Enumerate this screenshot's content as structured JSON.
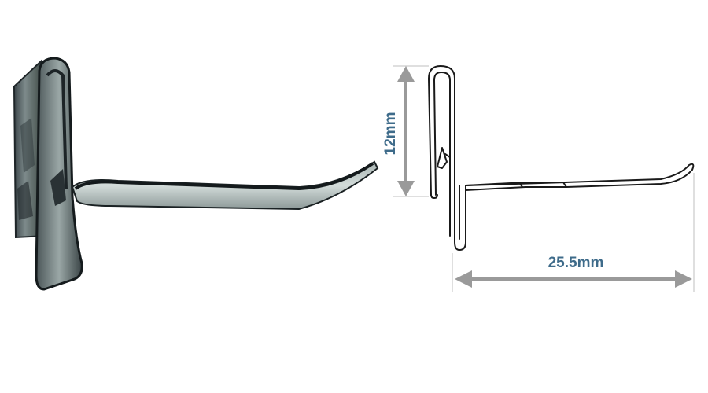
{
  "photo": {
    "icon": "metal-clip-photo"
  },
  "drawing": {
    "icon": "clip-line-drawing",
    "height_label": "12mm",
    "length_label": "25.5mm"
  },
  "colors": {
    "dimension_text": "#3e6b8a",
    "dimension_arrow": "#9a9a9a",
    "outline": "#1a1a1a",
    "metal_dark": "#2a3236",
    "metal_mid": "#8f9c9c",
    "metal_light": "#c9d3d1"
  }
}
